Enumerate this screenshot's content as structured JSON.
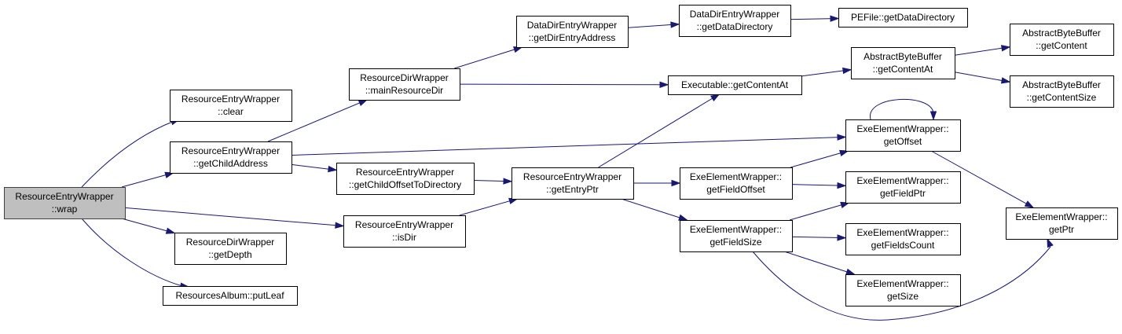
{
  "diagram": {
    "type": "call-graph",
    "colors": {
      "edge": "#191970",
      "root_fill": "#bfbfbf",
      "node_fill": "#ffffff",
      "node_border": "#000000"
    },
    "nodes": [
      {
        "id": "wrap",
        "lines": [
          "ResourceEntryWrapper",
          "::wrap"
        ],
        "root": true
      },
      {
        "id": "clear",
        "lines": [
          "ResourceEntryWrapper",
          "::clear"
        ]
      },
      {
        "id": "getChildAddress",
        "lines": [
          "ResourceEntryWrapper",
          "::getChildAddress"
        ]
      },
      {
        "id": "getDepth",
        "lines": [
          "ResourceDirWrapper",
          "::getDepth"
        ]
      },
      {
        "id": "putLeaf",
        "lines": [
          "ResourcesAlbum::putLeaf"
        ]
      },
      {
        "id": "mainResourceDir",
        "lines": [
          "ResourceDirWrapper",
          "::mainResourceDir"
        ]
      },
      {
        "id": "getChildOffsetToDirectory",
        "lines": [
          "ResourceEntryWrapper",
          "::getChildOffsetToDirectory"
        ]
      },
      {
        "id": "isDir",
        "lines": [
          "ResourceEntryWrapper",
          "::isDir"
        ]
      },
      {
        "id": "getDirEntryAddress",
        "lines": [
          "DataDirEntryWrapper",
          "::getDirEntryAddress"
        ]
      },
      {
        "id": "getEntryPtr",
        "lines": [
          "ResourceEntryWrapper",
          "::getEntryPtr"
        ]
      },
      {
        "id": "getDataDirectory",
        "lines": [
          "DataDirEntryWrapper",
          "::getDataDirectory"
        ]
      },
      {
        "id": "getContentAt",
        "lines": [
          "Executable::getContentAt"
        ]
      },
      {
        "id": "getFieldOffset",
        "lines": [
          "ExeElementWrapper::",
          "getFieldOffset"
        ]
      },
      {
        "id": "getFieldSize",
        "lines": [
          "ExeElementWrapper::",
          "getFieldSize"
        ]
      },
      {
        "id": "peGetDataDirectory",
        "lines": [
          "PEFile::getDataDirectory"
        ]
      },
      {
        "id": "abbGetContentAt",
        "lines": [
          "AbstractByteBuffer",
          "::getContentAt"
        ]
      },
      {
        "id": "getOffset",
        "lines": [
          "ExeElementWrapper::",
          "getOffset"
        ]
      },
      {
        "id": "getFieldPtr",
        "lines": [
          "ExeElementWrapper::",
          "getFieldPtr"
        ]
      },
      {
        "id": "getFieldsCount",
        "lines": [
          "ExeElementWrapper::",
          "getFieldsCount"
        ]
      },
      {
        "id": "getSize",
        "lines": [
          "ExeElementWrapper::",
          "getSize"
        ]
      },
      {
        "id": "getContent",
        "lines": [
          "AbstractByteBuffer",
          "::getContent"
        ]
      },
      {
        "id": "getContentSize",
        "lines": [
          "AbstractByteBuffer",
          "::getContentSize"
        ]
      },
      {
        "id": "getPtr",
        "lines": [
          "ExeElementWrapper::",
          "getPtr"
        ]
      }
    ],
    "edges": [
      {
        "from": "wrap",
        "to": "clear"
      },
      {
        "from": "wrap",
        "to": "getChildAddress"
      },
      {
        "from": "wrap",
        "to": "isDir"
      },
      {
        "from": "wrap",
        "to": "getDepth"
      },
      {
        "from": "wrap",
        "to": "putLeaf"
      },
      {
        "from": "getChildAddress",
        "to": "mainResourceDir"
      },
      {
        "from": "getChildAddress",
        "to": "getOffset"
      },
      {
        "from": "getChildAddress",
        "to": "getChildOffsetToDirectory"
      },
      {
        "from": "mainResourceDir",
        "to": "getDirEntryAddress"
      },
      {
        "from": "mainResourceDir",
        "to": "getContentAt"
      },
      {
        "from": "getDirEntryAddress",
        "to": "getDataDirectory"
      },
      {
        "from": "getDataDirectory",
        "to": "peGetDataDirectory"
      },
      {
        "from": "getContentAt",
        "to": "abbGetContentAt"
      },
      {
        "from": "abbGetContentAt",
        "to": "getContent"
      },
      {
        "from": "abbGetContentAt",
        "to": "getContentSize"
      },
      {
        "from": "getChildOffsetToDirectory",
        "to": "getEntryPtr"
      },
      {
        "from": "isDir",
        "to": "getEntryPtr"
      },
      {
        "from": "getEntryPtr",
        "to": "getContentAt"
      },
      {
        "from": "getEntryPtr",
        "to": "getFieldOffset"
      },
      {
        "from": "getEntryPtr",
        "to": "getFieldSize"
      },
      {
        "from": "getFieldOffset",
        "to": "getOffset"
      },
      {
        "from": "getFieldOffset",
        "to": "getFieldPtr"
      },
      {
        "from": "getFieldSize",
        "to": "getFieldPtr"
      },
      {
        "from": "getFieldSize",
        "to": "getFieldsCount"
      },
      {
        "from": "getFieldSize",
        "to": "getSize"
      },
      {
        "from": "getFieldSize",
        "to": "getPtr"
      },
      {
        "from": "getOffset",
        "to": "getOffset"
      },
      {
        "from": "getOffset",
        "to": "getPtr"
      }
    ]
  }
}
